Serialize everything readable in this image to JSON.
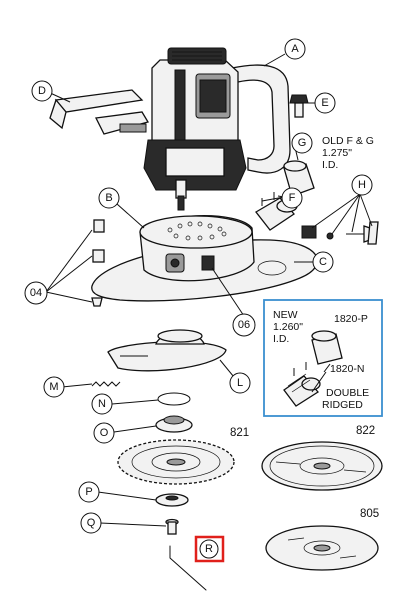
{
  "colors": {
    "ink": "#111111",
    "new_part_box": "#3b8fd0",
    "highlight_box": "#e0201b",
    "paper": "#ffffff"
  },
  "callouts": {
    "A": "A",
    "B": "B",
    "C": "C",
    "D": "D",
    "E": "E",
    "F": "F",
    "G": "G",
    "H": "H",
    "L": "L",
    "M": "M",
    "N": "N",
    "O": "O",
    "P": "P",
    "Q": "Q",
    "R": "R",
    "p04": "04",
    "p06": "06"
  },
  "part_numbers": {
    "p821": "821",
    "p822": "822",
    "p805": "805"
  },
  "notes": {
    "old_fg_line1": "OLD F & G",
    "old_fg_line2": "1.275\"",
    "old_fg_line3": "I.D.",
    "new_line1": "NEW",
    "new_line2": "1.260\"",
    "new_line3": "I.D.",
    "part_1820p": "1820-P",
    "part_1820n": "1820-N",
    "double_line1": "DOUBLE",
    "double_line2": "RIDGED"
  },
  "highlighted_callout": "R"
}
